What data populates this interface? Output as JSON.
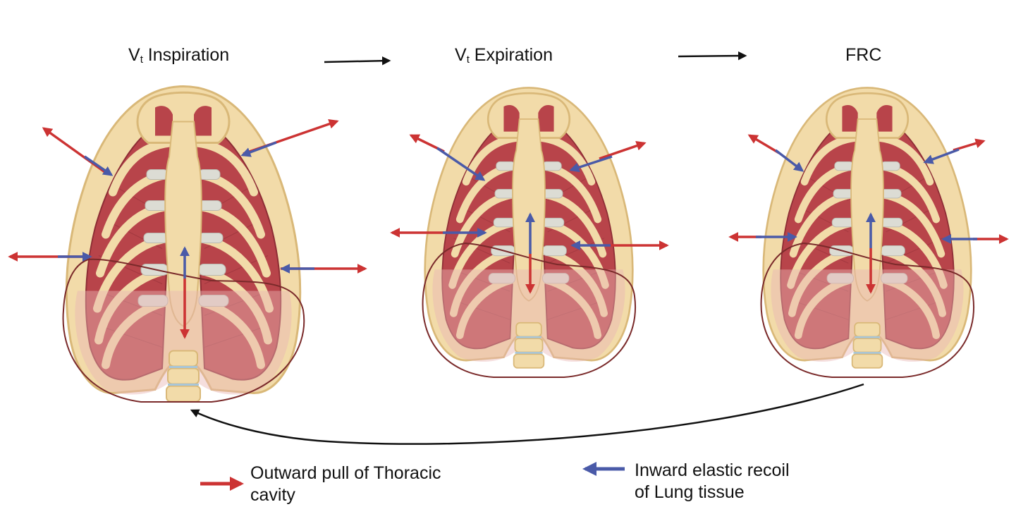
{
  "stages": [
    {
      "id": "inspiration",
      "prefix": "V",
      "subscript": "t",
      "label": " Inspiration"
    },
    {
      "id": "expiration",
      "prefix": "V",
      "subscript": "t",
      "label": " Expiration"
    },
    {
      "id": "frc",
      "prefix": "",
      "subscript": "",
      "label": "FRC"
    }
  ],
  "legend": {
    "outward": {
      "line1": "Outward pull of Thoracic",
      "line2": "cavity",
      "color": "#cc3333"
    },
    "inward": {
      "line1": "Inward elastic recoil",
      "line2": "of Lung tissue",
      "color": "#4a5aa8"
    }
  },
  "colors": {
    "bone": "#f2dba9",
    "bone_edge": "#d9b878",
    "muscle": "#b8444a",
    "muscle_dark": "#8e2d35",
    "cartilage": "#dcdcd4",
    "diaphragm": "#e9b6b4",
    "outline": "#7a2a2a",
    "arrow_black": "#111111"
  }
}
